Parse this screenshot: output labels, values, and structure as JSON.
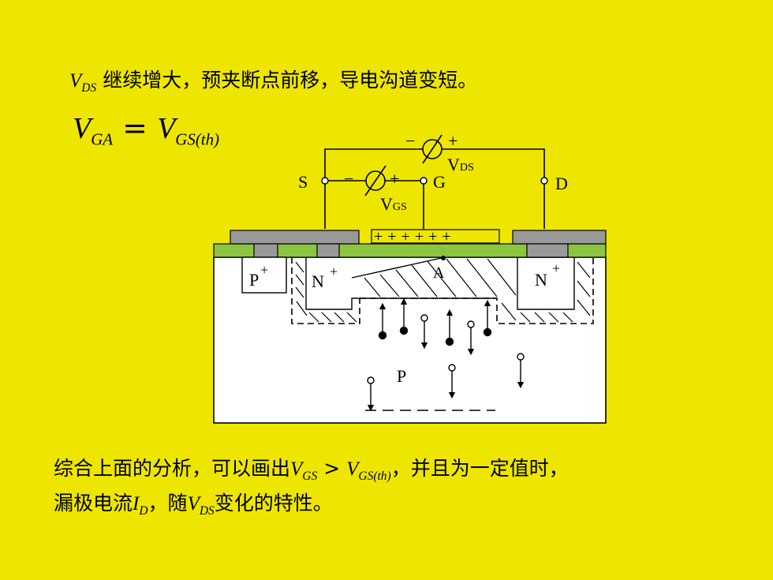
{
  "title": {
    "var": "V",
    "var_sub": "DS",
    "text": "继续增大，预夹断点前移，导电沟道变短。"
  },
  "formula": {
    "lhs": "V",
    "lhs_sub": "GA",
    "op": " = ",
    "rhs": "V",
    "rhs_sub": "GS(th)"
  },
  "diagram": {
    "terminal_s": "S",
    "terminal_g": "G",
    "terminal_d": "D",
    "meter_ds": "V",
    "meter_ds_sub": "DS",
    "meter_gs": "V",
    "meter_gs_sub": "GS",
    "meter_minus": "−",
    "meter_plus": "+",
    "gate_charges": "++++++",
    "region_p_plus": "P",
    "region_n_left": "N",
    "region_n_right": "N",
    "plus_mark": "+",
    "point_a": "A",
    "substrate": "P"
  },
  "summary": {
    "line1_pre": "综合上面的分析，可以画出",
    "vgs": "V",
    "vgs_sub": "GS",
    "gt": " > ",
    "vth": "V",
    "vth_sub": "GS(th)",
    "line1_post": "，并且为一定值时，",
    "line2_pre": "漏极电流",
    "id": "I",
    "id_sub": "D",
    "line2_mid": "，随",
    "vds": "V",
    "vds_sub": "DS",
    "line2_post": "变化的特性。"
  },
  "colors": {
    "background": "#EEE600",
    "metal": "#999999",
    "oxide": "#8BC53F"
  }
}
